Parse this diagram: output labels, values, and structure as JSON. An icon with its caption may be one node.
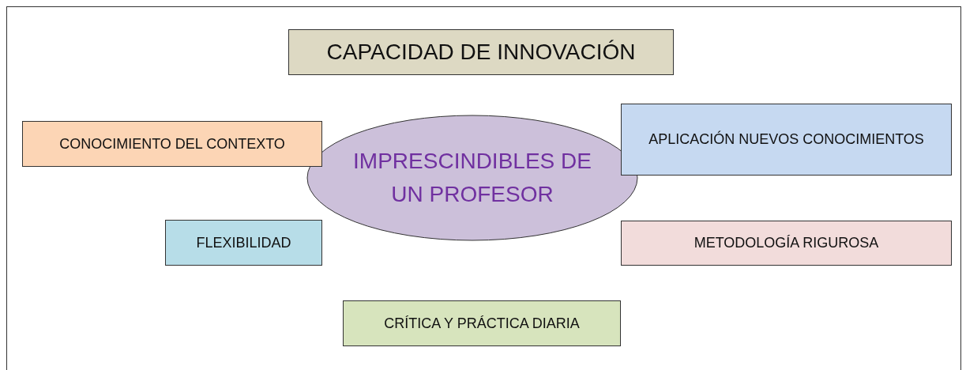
{
  "diagram": {
    "nodes": [
      {
        "text": [
          "CAPACIDAD DE INNOVACIÓN"
        ]
      },
      {
        "text": [
          "CONOCIMIENTO DEL CONTEXTO"
        ]
      },
      {
        "text": [
          "IMPRESCINDIBLES DE UN PROFESOR"
        ]
      },
      {
        "text": [
          "APLICACIÓN NUEVOS CONOCIMIENTOS"
        ]
      },
      {
        "text": [
          "FLEXIBILIDAD"
        ]
      },
      {
        "text": [
          "METODOLOGÍA RIGUROSA"
        ]
      },
      {
        "text": [
          "CRÍTICA Y PRÁCTICA DIARIA"
        ]
      }
    ]
  }
}
